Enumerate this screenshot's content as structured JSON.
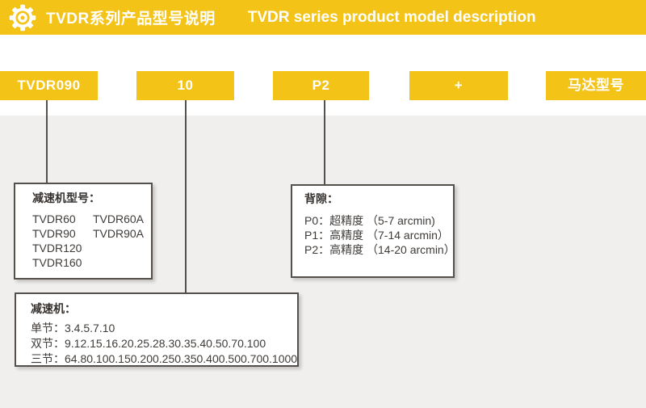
{
  "header": {
    "title_zh": "TVDR系列产品型号说明",
    "title_en": "TVDR series product model description"
  },
  "model_code": {
    "segments": [
      {
        "label": "TVDR090"
      },
      {
        "label": "10"
      },
      {
        "label": "P2"
      },
      {
        "label": "+"
      },
      {
        "label": "马达型号"
      }
    ]
  },
  "boxes": {
    "gearbox_model": {
      "title": "减速机型号：",
      "rows": [
        {
          "c1": "TVDR60",
          "c2": "TVDR60A"
        },
        {
          "c1": "TVDR90",
          "c2": "TVDR90A"
        },
        {
          "c1": "TVDR120",
          "c2": ""
        },
        {
          "c1": "TVDR160",
          "c2": ""
        }
      ]
    },
    "backlash": {
      "title": "背隙：",
      "rows": [
        "P0：超精度 （5-7 arcmin)",
        "P1：高精度 （7-14 arcmin）",
        "P2：高精度 （14-20 arcmin）"
      ]
    },
    "ratio": {
      "title": "减速机：",
      "rows": [
        "单节：3.4.5.7.10",
        "双节：9.12.15.16.20.25.28.30.35.40.50.70.100",
        "三节：64.80.100.150.200.250.350.400.500.700.1000"
      ]
    }
  },
  "colors": {
    "accent_yellow": "#F3C317",
    "panel_gray": "#F0EFED",
    "border_dark": "#55504C",
    "text_dark": "#3F3B38",
    "text_white": "#FFFFFF"
  }
}
